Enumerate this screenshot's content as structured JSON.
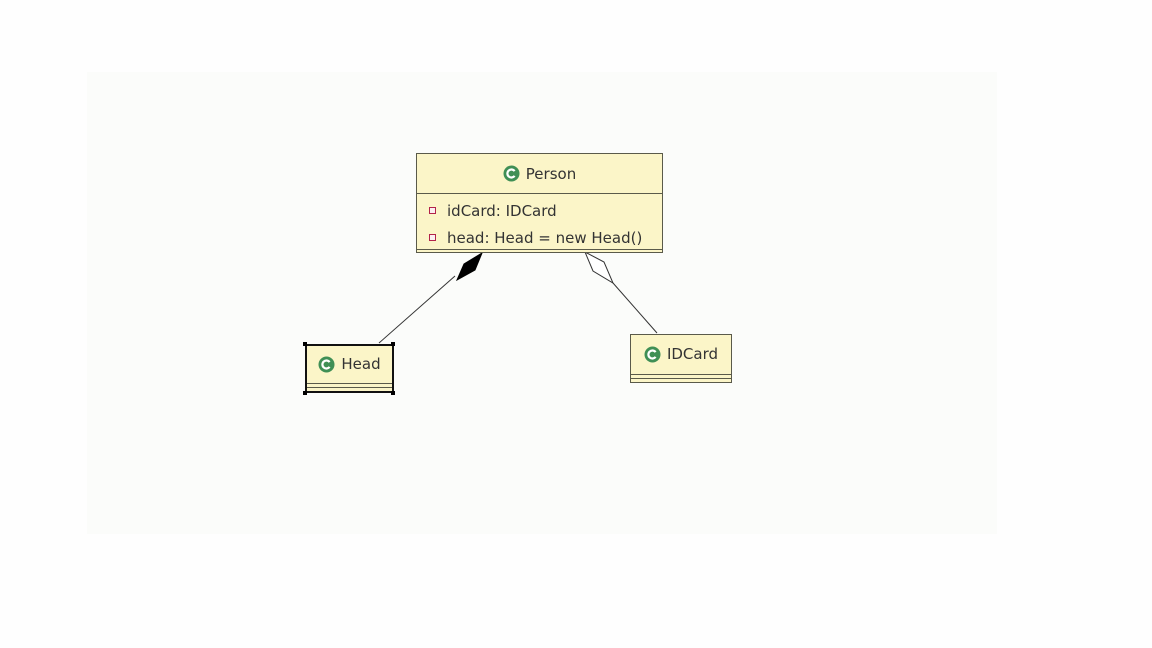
{
  "diagram": {
    "classes": {
      "person": {
        "name": "Person",
        "attributes": [
          {
            "visibility": "private",
            "text": "idCard: IDCard"
          },
          {
            "visibility": "private",
            "text": "head: Head = new Head()"
          }
        ]
      },
      "head": {
        "name": "Head",
        "selected": true
      },
      "idcard": {
        "name": "IDCard"
      }
    },
    "relations": [
      {
        "type": "composition",
        "from": "Person",
        "to": "Head"
      },
      {
        "type": "aggregation",
        "from": "Person",
        "to": "IDCard"
      }
    ]
  },
  "colors": {
    "class_fill": "#fbf5c8",
    "class_border": "#5a5a4a",
    "class_icon": "#3f8f55",
    "private_marker": "#b2234a",
    "canvas": "#fbfcfa"
  },
  "icons": {
    "class": "class-c-icon",
    "private_field": "private-field-icon"
  }
}
